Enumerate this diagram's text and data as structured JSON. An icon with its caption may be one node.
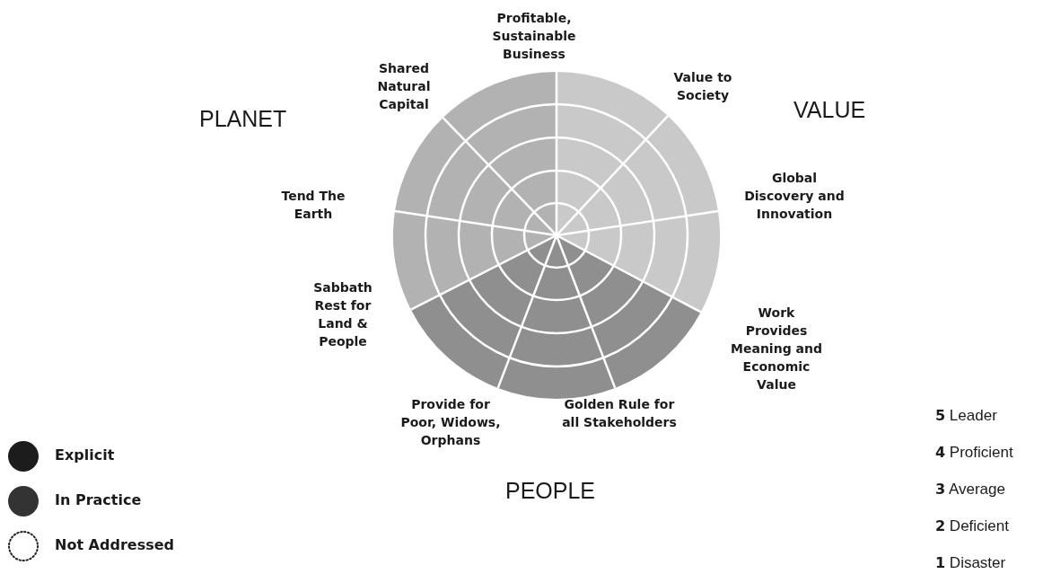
{
  "diagram": {
    "labels": [
      "Profitable, Sustainable Business",
      "Shared Natural Capital",
      "Value to Society",
      "PLANET",
      "VALUE",
      "Global Discovery and Innovation",
      "Tend The Earth",
      "Sabbath Rest for Land & People",
      "Work Provides Meaning and Economic Value",
      "Provide for Poor, Widows, Orphans",
      "Golden Rule for all Stakeholders",
      "PEOPLE",
      "**5** Leader",
      "**4** Proficient",
      "**3** Average",
      "**2** Deficient",
      "**1** Disaster"
    ],
    "legend": [
      {
        "text": "Explicit"
      },
      {
        "text": "In Practice"
      },
      {
        "text": "Not Addressed"
      }
    ]
  }
}
